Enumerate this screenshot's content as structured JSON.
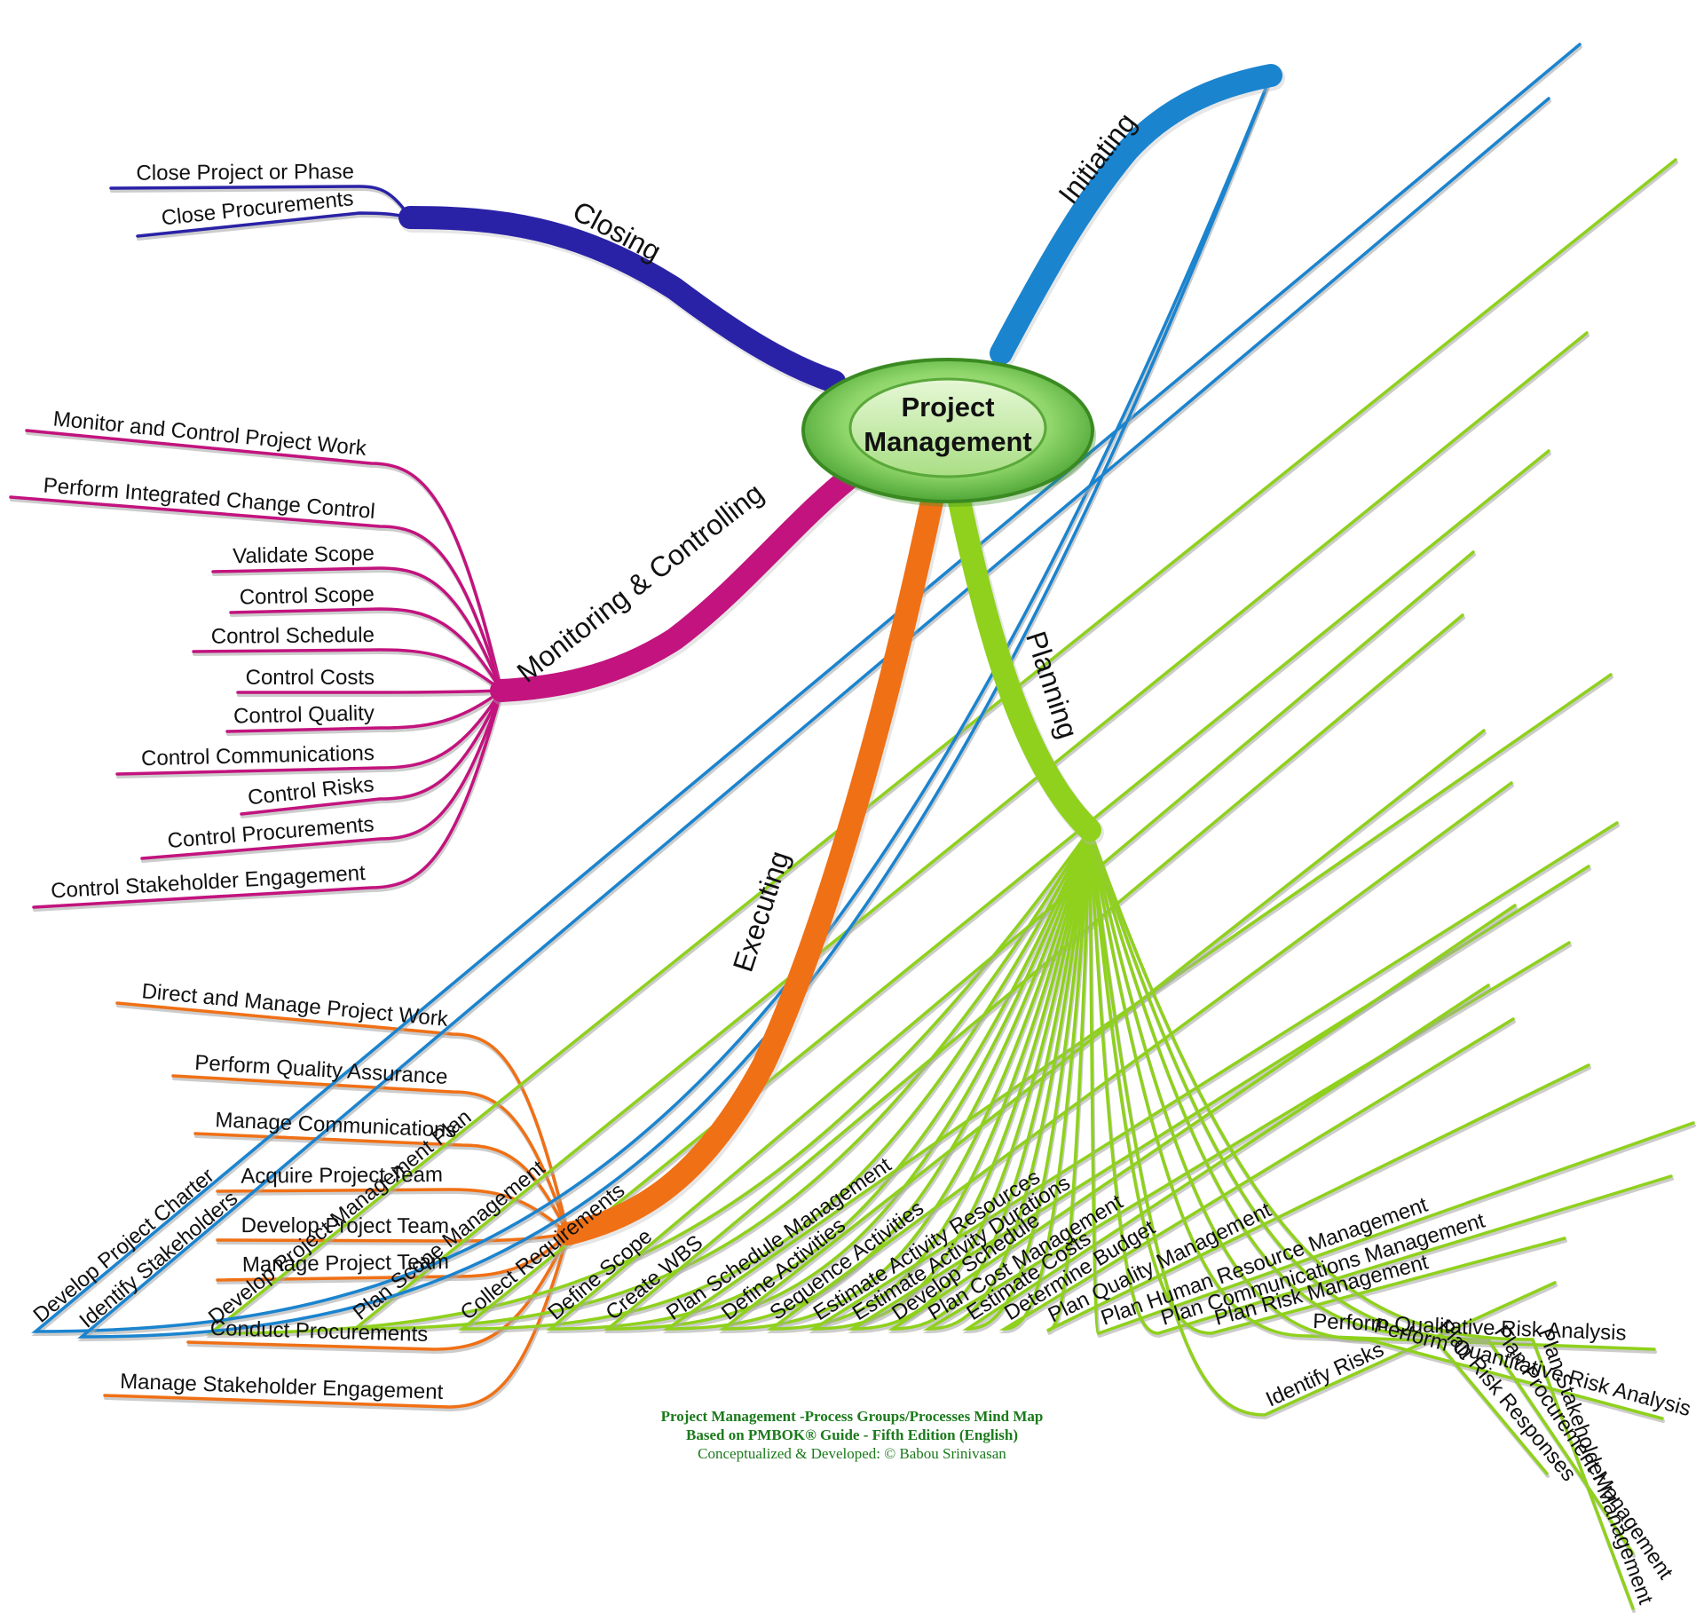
{
  "center": {
    "line1": "Project",
    "line2": "Management"
  },
  "branches": {
    "initiating": {
      "label": "Initiating",
      "color": "#1a84cf",
      "items": [
        "Develop Project Charter",
        "Identify Stakeholders"
      ]
    },
    "planning": {
      "label": "Planning",
      "color": "#8fd11c",
      "items": [
        "Develop Project Management Plan",
        "Plan Scope Management",
        "Collect Requirements",
        "Define Scope",
        "Create WBS",
        "Plan Schedule Management",
        "Define Activities",
        "Sequence Activities",
        "Estimate Activity Resources",
        "Estimate Activity Durations",
        "Develop Schedule",
        "Plan Cost Management",
        "Estimate Costs",
        "Determine Budget",
        "Plan Quality Management",
        "Plan Human Resource Management",
        "Plan Communications Management",
        "Plan Risk Management",
        "Identify Risks",
        "Perform Qualitative Risk Analysis",
        "Perform Quantitative Risk Analysis",
        "Plan Risk Responses",
        "Plan Procurement Management",
        "Plan Stakeholder Management"
      ]
    },
    "executing": {
      "label": "Executing",
      "color": "#f07015",
      "items": [
        "Direct and Manage Project Work",
        "Perform Quality Assurance",
        "Manage Communications",
        "Acquire Project Team",
        "Develop Project Team",
        "Manage Project Team",
        "Conduct Procurements",
        "Manage Stakeholder Engagement"
      ]
    },
    "monitoring": {
      "label": "Monitoring & Controlling",
      "color": "#c2137e",
      "items": [
        "Monitor and Control Project Work",
        "Perform Integrated Change Control",
        "Validate Scope",
        "Control Scope",
        "Control Schedule",
        "Control Costs",
        "Control Quality",
        "Control Communications",
        "Control Risks",
        "Control Procurements",
        "Control Stakeholder Engagement"
      ]
    },
    "closing": {
      "label": "Closing",
      "color": "#2a22a6",
      "items": [
        "Close Project or Phase",
        "Close Procurements"
      ]
    }
  },
  "footer": {
    "line1": "Project Management -Process Groups/Processes Mind Map",
    "line2": "Based on PMBOK® Guide - Fifth Edition (English)",
    "line3": "Conceptualized & Developed: © Babou Srinivasan"
  }
}
